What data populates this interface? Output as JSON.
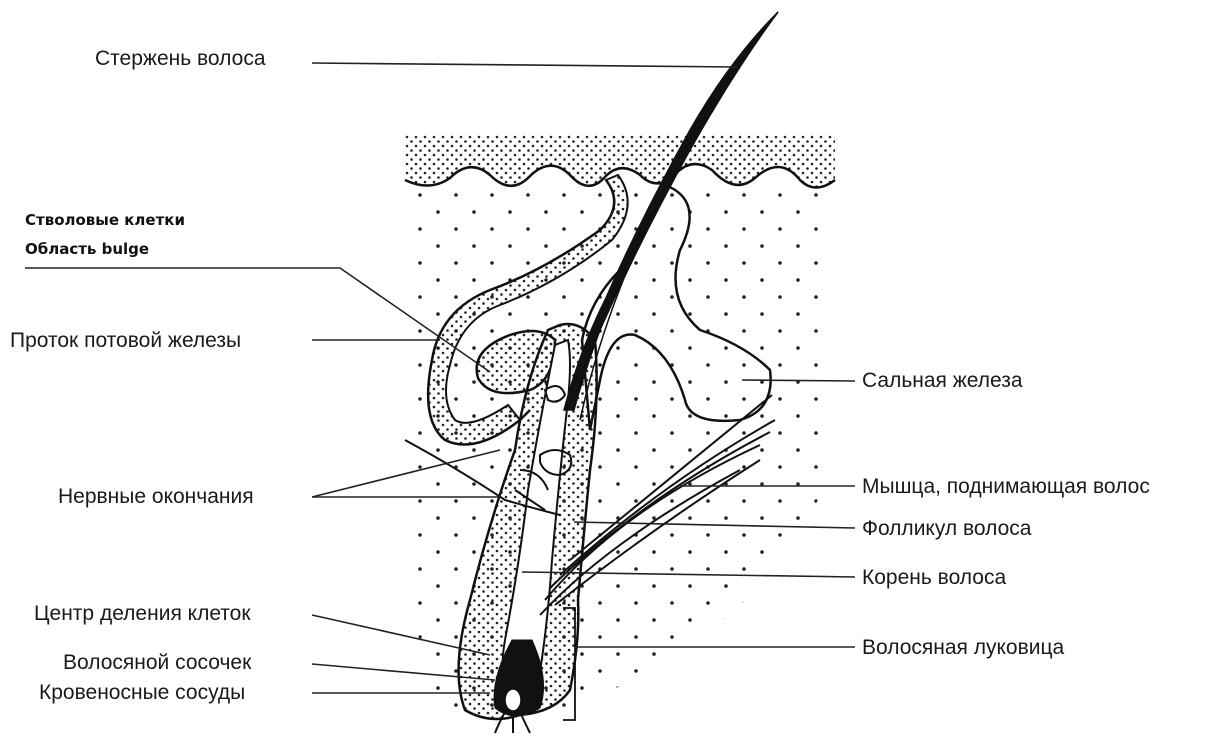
{
  "labels": {
    "shaft": "Стержень волоса",
    "stem_cells": "Стволовые клетки",
    "bulge_area": "Область bulge",
    "sweat_duct": "Проток потовой железы",
    "sebaceous": "Сальная железа",
    "nerve_endings": "Нервные окончания",
    "arrector_muscle": "Мышца, поднимающая волос",
    "follicle": "Фолликул волоса",
    "root": "Корень волоса",
    "division_center": "Центр деления клеток",
    "papilla": "Волосяной сосочек",
    "bulb": "Волосяная луковица",
    "vessels": "Кровеносные сосуды"
  }
}
